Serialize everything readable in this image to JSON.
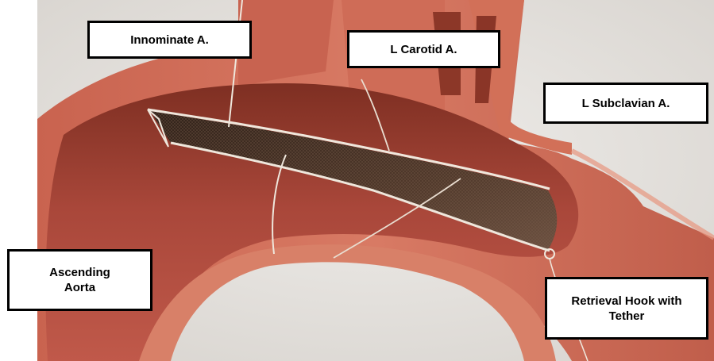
{
  "labels": {
    "innominate": "Innominate A.",
    "carotid": "L Carotid A.",
    "subclavian": "L Subclavian A.",
    "ascending_line1": "Ascending",
    "ascending_line2": "Aorta",
    "hook_line1": "Retrieval Hook with",
    "hook_line2": "Tether"
  },
  "colors": {
    "background": "#e6e3df",
    "vessel_outer": "#c96a58",
    "vessel_inner": "#b2503f",
    "vessel_shadow": "#8a3527",
    "vessel_rim": "#e0907c",
    "mesh": "#4a3426",
    "wire": "#efe7dc"
  }
}
